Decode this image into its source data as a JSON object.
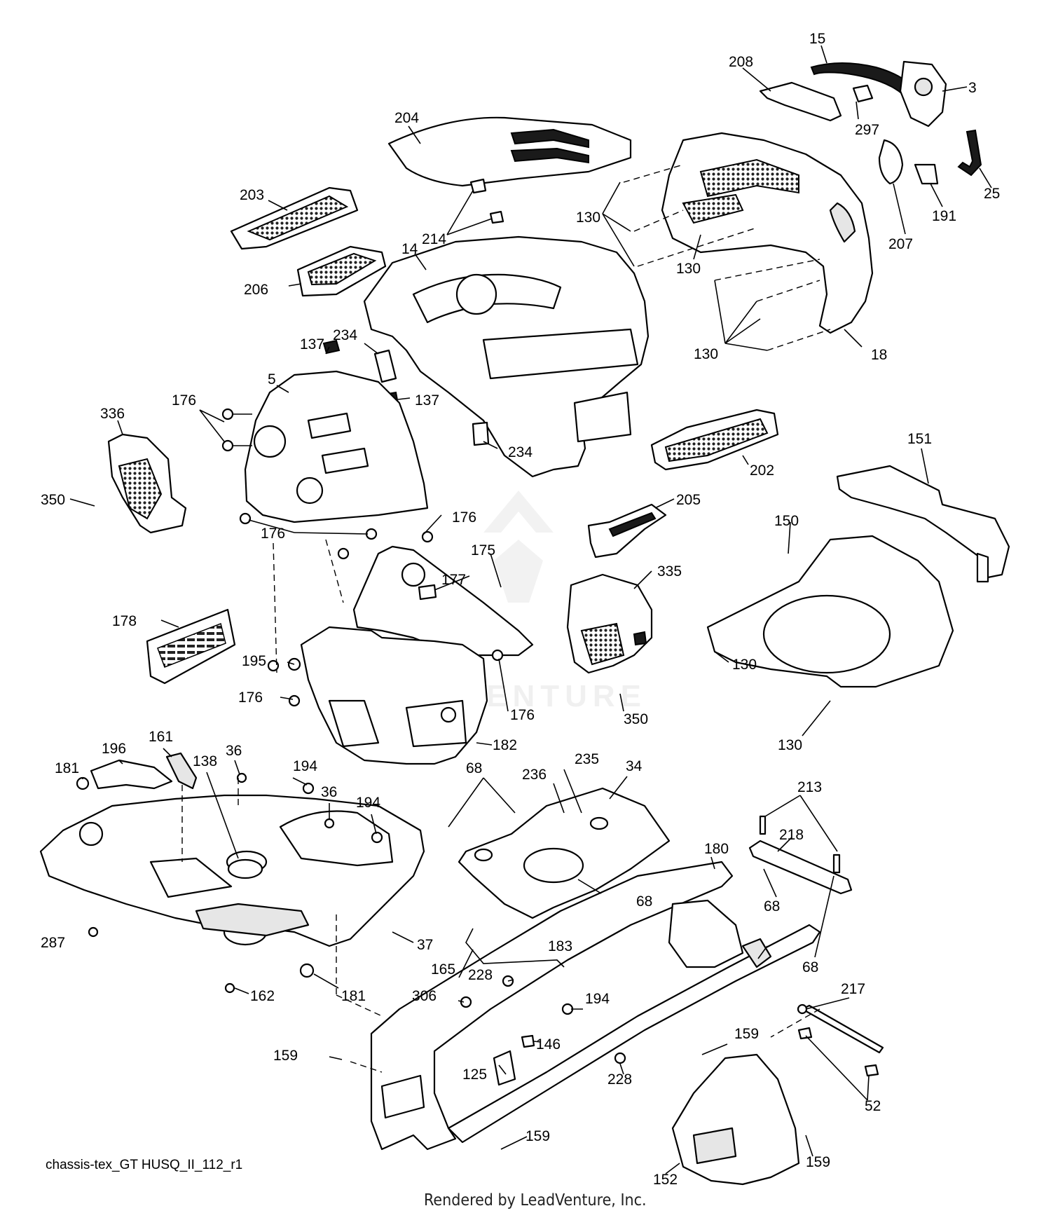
{
  "diagram": {
    "drawing_id": "chassis-tex_GT HUSQ_II_112_r1",
    "footer": "Rendered by LeadVenture, Inc.",
    "watermark": "LEADVENTURE",
    "callouts": [
      {
        "label": "15"
      },
      {
        "label": "208"
      },
      {
        "label": "3"
      },
      {
        "label": "297"
      },
      {
        "label": "25"
      },
      {
        "label": "191"
      },
      {
        "label": "207"
      },
      {
        "label": "204"
      },
      {
        "label": "203"
      },
      {
        "label": "214"
      },
      {
        "label": "130"
      },
      {
        "label": "14"
      },
      {
        "label": "130"
      },
      {
        "label": "206"
      },
      {
        "label": "130"
      },
      {
        "label": "18"
      },
      {
        "label": "137"
      },
      {
        "label": "234"
      },
      {
        "label": "5"
      },
      {
        "label": "137"
      },
      {
        "label": "176"
      },
      {
        "label": "336"
      },
      {
        "label": "234"
      },
      {
        "label": "202"
      },
      {
        "label": "151"
      },
      {
        "label": "350"
      },
      {
        "label": "176"
      },
      {
        "label": "205"
      },
      {
        "label": "176"
      },
      {
        "label": "150"
      },
      {
        "label": "175"
      },
      {
        "label": "177"
      },
      {
        "label": "335"
      },
      {
        "label": "178"
      },
      {
        "label": "195"
      },
      {
        "label": "130"
      },
      {
        "label": "176"
      },
      {
        "label": "176"
      },
      {
        "label": "350"
      },
      {
        "label": "130"
      },
      {
        "label": "182"
      },
      {
        "label": "161"
      },
      {
        "label": "196"
      },
      {
        "label": "36"
      },
      {
        "label": "138"
      },
      {
        "label": "181"
      },
      {
        "label": "194"
      },
      {
        "label": "36"
      },
      {
        "label": "194"
      },
      {
        "label": "68"
      },
      {
        "label": "235"
      },
      {
        "label": "236"
      },
      {
        "label": "34"
      },
      {
        "label": "213"
      },
      {
        "label": "218"
      },
      {
        "label": "180"
      },
      {
        "label": "68"
      },
      {
        "label": "68"
      },
      {
        "label": "287"
      },
      {
        "label": "37"
      },
      {
        "label": "183"
      },
      {
        "label": "68"
      },
      {
        "label": "165"
      },
      {
        "label": "228"
      },
      {
        "label": "162"
      },
      {
        "label": "181"
      },
      {
        "label": "306"
      },
      {
        "label": "194"
      },
      {
        "label": "217"
      },
      {
        "label": "146"
      },
      {
        "label": "159"
      },
      {
        "label": "159"
      },
      {
        "label": "125"
      },
      {
        "label": "228"
      },
      {
        "label": "52"
      },
      {
        "label": "159"
      },
      {
        "label": "159"
      },
      {
        "label": "152"
      }
    ]
  }
}
